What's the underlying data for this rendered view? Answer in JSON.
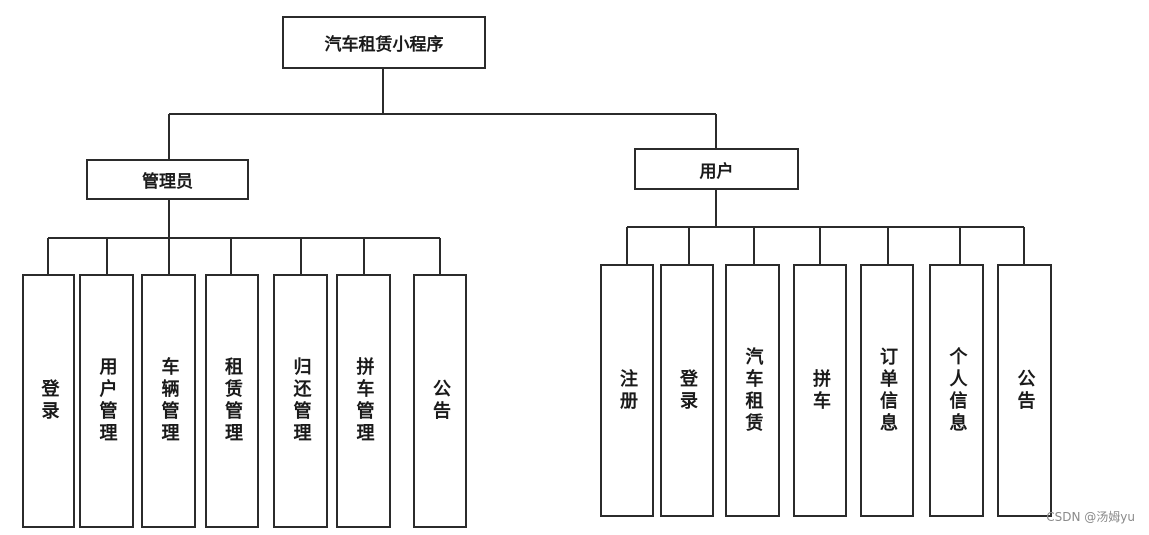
{
  "root": {
    "label": "汽车租赁小程序"
  },
  "admin": {
    "label": "管理员",
    "children": [
      "登录",
      "用户管理",
      "车辆管理",
      "租赁管理",
      "归还管理",
      "拼车管理",
      "公告"
    ]
  },
  "user": {
    "label": "用户",
    "children": [
      "注册",
      "登录",
      "汽车租赁",
      "拼车",
      "订单信息",
      "个人信息",
      "公告"
    ]
  },
  "watermark": "CSDN @汤姆yu",
  "colors": {
    "line": "#2b2b2b",
    "box_border": "#2b2b2b",
    "text": "#1a1a1a"
  }
}
